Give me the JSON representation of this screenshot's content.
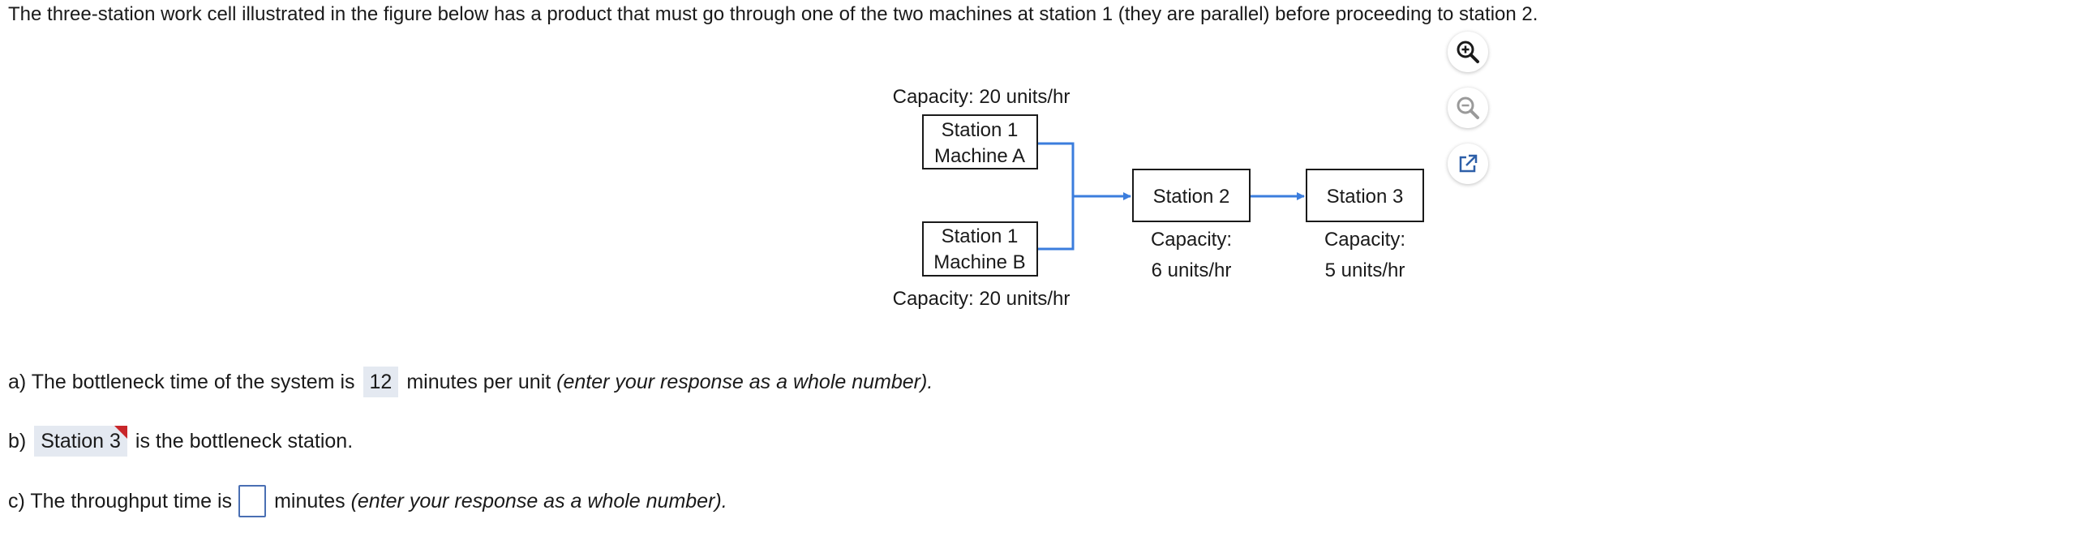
{
  "intro_text": "The three-station work cell illustrated in the figure below has a product that must go through one of the two machines at station 1 (they are parallel) before proceeding to station 2.",
  "diagram": {
    "machine_a": {
      "cap_label": "Capacity: 20 units/hr",
      "line1": "Station 1",
      "line2": "Machine A"
    },
    "machine_b": {
      "cap_label": "Capacity: 20 units/hr",
      "line1": "Station 1",
      "line2": "Machine B"
    },
    "station2": {
      "label": "Station 2",
      "cap_line1": "Capacity:",
      "cap_line2": "6 units/hr"
    },
    "station3": {
      "label": "Station 3",
      "cap_line1": "Capacity:",
      "cap_line2": "5 units/hr"
    },
    "colors": {
      "flow_arrow": "#3b7ddd",
      "box_border": "#1a1a1a"
    }
  },
  "tools": {
    "zoom_in_icon": "magnifier-plus",
    "zoom_out_icon": "magnifier-minus",
    "popout_icon": "external-link"
  },
  "questions": {
    "a": {
      "prefix": "a) The bottleneck time of the system is",
      "answer": "12",
      "suffix": "minutes per unit",
      "hint": "(enter your response as a whole number)."
    },
    "b": {
      "prefix": "b)",
      "answer": "Station 3",
      "suffix": "is the bottleneck station."
    },
    "c": {
      "prefix": "c) The throughput time is",
      "answer": "",
      "suffix": "minutes",
      "hint": "(enter your response as a whole number)."
    }
  }
}
